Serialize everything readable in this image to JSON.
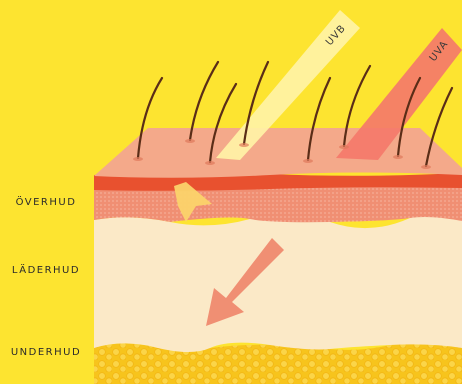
{
  "labels": {
    "epidermis": "ÖVERHUD",
    "dermis": "LÄDERHUD",
    "subcutis": "UNDERHUD",
    "uvb": "UVB",
    "uva": "UVA"
  },
  "colors": {
    "background": "#fde430",
    "skin_top": "#f4a98a",
    "epidermis_band": "#e8512f",
    "epidermis_body": "#f08f73",
    "dermis": "#fbe9c7",
    "subcutis_fat": "#f7c41c",
    "uvb_ray": "#fff3a6",
    "uva_ray": "#f47a6a",
    "hair": "#5a2d17"
  }
}
